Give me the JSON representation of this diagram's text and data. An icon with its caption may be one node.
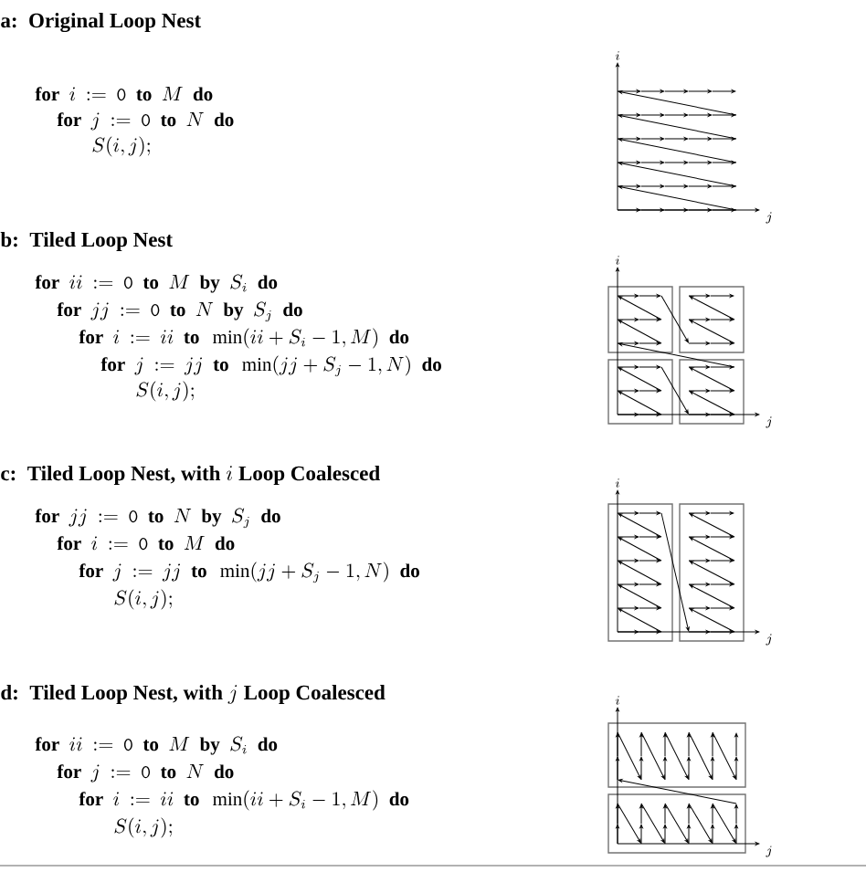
{
  "diagram": {
    "labels": [
      "\\textbf{a:~~Original Loop Nest}",
      "\\textbf{for}~~i~~\\mathtt{:=}~~\\mathtt{0}~~\\textbf{to}~~M~~\\textbf{do}",
      "\\textbf{for}~~j~~\\mathtt{:=}~~\\mathtt{0}~~\\textbf{to}~~N~~\\textbf{do}",
      "S(i,j);",
      "i",
      "j",
      "\\textbf{b:~~Tiled Loop Nest}",
      "\\textbf{for}~~ii~~\\mathtt{:=}~~\\mathtt{0}~~\\textbf{to}~~M~~\\textbf{by}~~S_i~~\\textbf{do}",
      "\\textbf{for}~~jj~~\\mathtt{:=}~~\\mathtt{0}~~\\textbf{to}~~N~~\\textbf{by}~~S_j~~\\textbf{do}",
      "\\textbf{for}~~i~~\\mathtt{:=}~~ii~~\\textbf{to}~~\\min(ii+S_i-1,M)~~\\textbf{do}",
      "\\textbf{for}~~j~~\\mathtt{:=}~~jj~~\\textbf{to}~~\\min(jj+S_j-1,N)~~\\textbf{do}",
      "S(i,j);",
      "i",
      "j",
      "\\textbf{c:~~Tiled Loop Nest, with }i\\textbf{ Loop Coalesced}",
      "\\textbf{for}~~jj~~\\mathtt{:=}~~\\mathtt{0}~~\\textbf{to}~~N~~\\textbf{by}~~S_j~~\\textbf{do}",
      "\\textbf{for}~~i~~\\mathtt{:=}~~\\mathtt{0}~~\\textbf{to}~~M~~\\textbf{do}",
      "\\textbf{for}~~j~~\\mathtt{:=}~~jj~~\\textbf{to}~~\\min(jj+S_j-1,N)~~\\textbf{do}",
      "S(i,j);",
      "i",
      "j",
      "\\textbf{d:~~Tiled Loop Nest, with }j\\textbf{ Loop Coalesced}",
      "\\textbf{for}~~ii~~\\mathtt{:=}~~\\mathtt{0}~~\\textbf{to}~~M~~\\textbf{by}~~S_i~~\\textbf{do}",
      "\\textbf{for}~~j~~\\mathtt{:=}~~\\mathtt{0}~~\\textbf{to}~~N~~\\textbf{do}",
      "\\textbf{for}~~i~~\\mathtt{:=}~~ii~~\\textbf{to}~~\\min(ii+S_i-1,M)~~\\textbf{do}",
      "S(i,j);",
      "i",
      "j"
    ]
  }
}
